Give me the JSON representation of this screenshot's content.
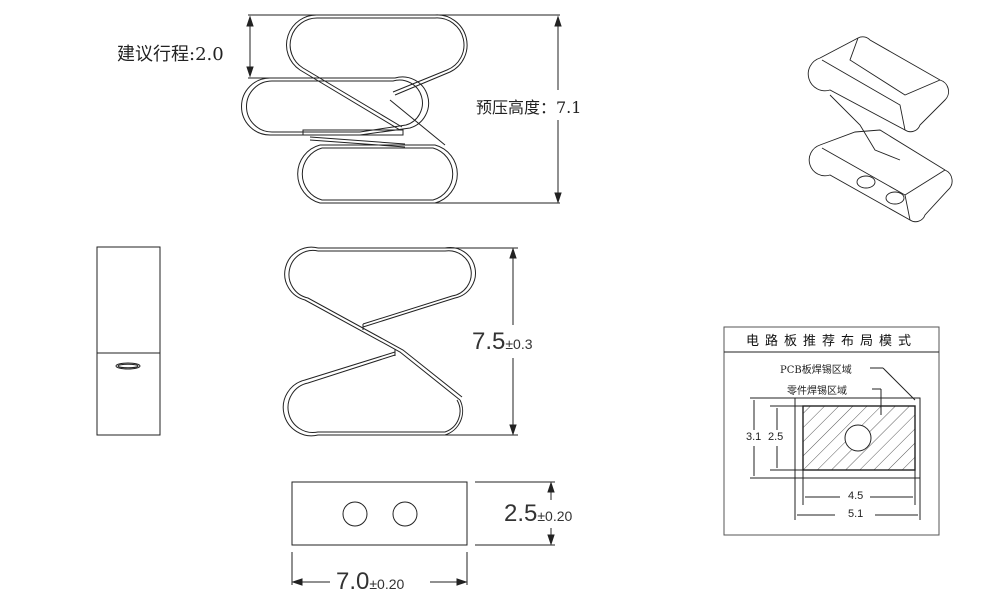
{
  "top_view": {
    "stroke_label": "建议行程:2.0",
    "preload_label": "预压高度：7.1"
  },
  "front_view": {
    "height_value": "7.5",
    "height_tol": "±0.3"
  },
  "bottom_view": {
    "width_value": "2.5",
    "width_tol": "±0.20",
    "length_value": "7.0",
    "length_tol": "±0.20"
  },
  "pcb_layout": {
    "title": "电路板推荐布局模式",
    "pcb_pad_label": "PCB板焊锡区域",
    "part_pad_label": "零件焊锡区域",
    "outer_height": "3.1",
    "inner_height": "2.5",
    "inner_width": "4.5",
    "outer_width": "5.1"
  },
  "colors": {
    "line": "#222222",
    "background": "#ffffff"
  }
}
